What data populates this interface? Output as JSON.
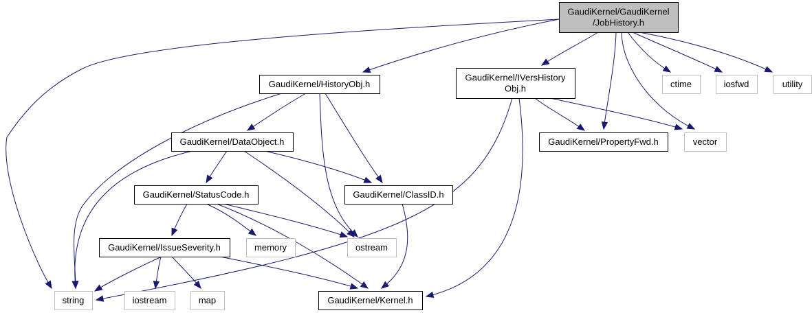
{
  "diagram": {
    "title": "GaudiKernel/GaudiKernel/JobHistory.h",
    "colors": {
      "edge": "#191970",
      "root_fill": "#bfbfbf",
      "internal_border": "#000000",
      "external_border": "#bfbfbf"
    },
    "nodes": [
      {
        "id": "root",
        "kind": "root",
        "lines": [
          "GaudiKernel/GaudiKernel",
          "/JobHistory.h"
        ]
      },
      {
        "id": "historyobj",
        "kind": "internal",
        "lines": [
          "GaudiKernel/HistoryObj.h"
        ]
      },
      {
        "id": "iversh",
        "kind": "internal",
        "lines": [
          "GaudiKernel/IVersHistory",
          "Obj.h"
        ]
      },
      {
        "id": "ctime",
        "kind": "external",
        "lines": [
          "ctime"
        ]
      },
      {
        "id": "iosfwd",
        "kind": "external",
        "lines": [
          "iosfwd"
        ]
      },
      {
        "id": "utility",
        "kind": "external",
        "lines": [
          "utility"
        ]
      },
      {
        "id": "dataobject",
        "kind": "internal",
        "lines": [
          "GaudiKernel/DataObject.h"
        ]
      },
      {
        "id": "propertyfwd",
        "kind": "internal",
        "lines": [
          "GaudiKernel/PropertyFwd.h"
        ]
      },
      {
        "id": "vector",
        "kind": "external",
        "lines": [
          "vector"
        ]
      },
      {
        "id": "statuscode",
        "kind": "internal",
        "lines": [
          "GaudiKernel/StatusCode.h"
        ]
      },
      {
        "id": "classid",
        "kind": "internal",
        "lines": [
          "GaudiKernel/ClassID.h"
        ]
      },
      {
        "id": "issueseverity",
        "kind": "internal",
        "lines": [
          "GaudiKernel/IssueSeverity.h"
        ]
      },
      {
        "id": "memory",
        "kind": "external",
        "lines": [
          "memory"
        ]
      },
      {
        "id": "ostream",
        "kind": "external",
        "lines": [
          "ostream"
        ]
      },
      {
        "id": "string",
        "kind": "external",
        "lines": [
          "string"
        ]
      },
      {
        "id": "iostream",
        "kind": "external",
        "lines": [
          "iostream"
        ]
      },
      {
        "id": "map",
        "kind": "external",
        "lines": [
          "map"
        ]
      },
      {
        "id": "kernel",
        "kind": "internal",
        "lines": [
          "GaudiKernel/Kernel.h"
        ]
      }
    ],
    "edges": [
      {
        "from": "root",
        "to": "string"
      },
      {
        "from": "root",
        "to": "historyobj"
      },
      {
        "from": "root",
        "to": "iversh"
      },
      {
        "from": "root",
        "to": "propertyfwd"
      },
      {
        "from": "root",
        "to": "vector"
      },
      {
        "from": "root",
        "to": "ctime"
      },
      {
        "from": "root",
        "to": "iosfwd"
      },
      {
        "from": "root",
        "to": "utility"
      },
      {
        "from": "historyobj",
        "to": "string"
      },
      {
        "from": "historyobj",
        "to": "dataobject"
      },
      {
        "from": "historyobj",
        "to": "ostream"
      },
      {
        "from": "historyobj",
        "to": "classid"
      },
      {
        "from": "iversh",
        "to": "string"
      },
      {
        "from": "iversh",
        "to": "kernel"
      },
      {
        "from": "iversh",
        "to": "propertyfwd"
      },
      {
        "from": "iversh",
        "to": "vector"
      },
      {
        "from": "dataobject",
        "to": "string"
      },
      {
        "from": "dataobject",
        "to": "statuscode"
      },
      {
        "from": "dataobject",
        "to": "ostream"
      },
      {
        "from": "dataobject",
        "to": "classid"
      },
      {
        "from": "statuscode",
        "to": "issueseverity"
      },
      {
        "from": "statuscode",
        "to": "memory"
      },
      {
        "from": "statuscode",
        "to": "ostream"
      },
      {
        "from": "statuscode",
        "to": "kernel"
      },
      {
        "from": "classid",
        "to": "kernel"
      },
      {
        "from": "issueseverity",
        "to": "string"
      },
      {
        "from": "issueseverity",
        "to": "iostream"
      },
      {
        "from": "issueseverity",
        "to": "map"
      },
      {
        "from": "issueseverity",
        "to": "kernel"
      }
    ]
  }
}
